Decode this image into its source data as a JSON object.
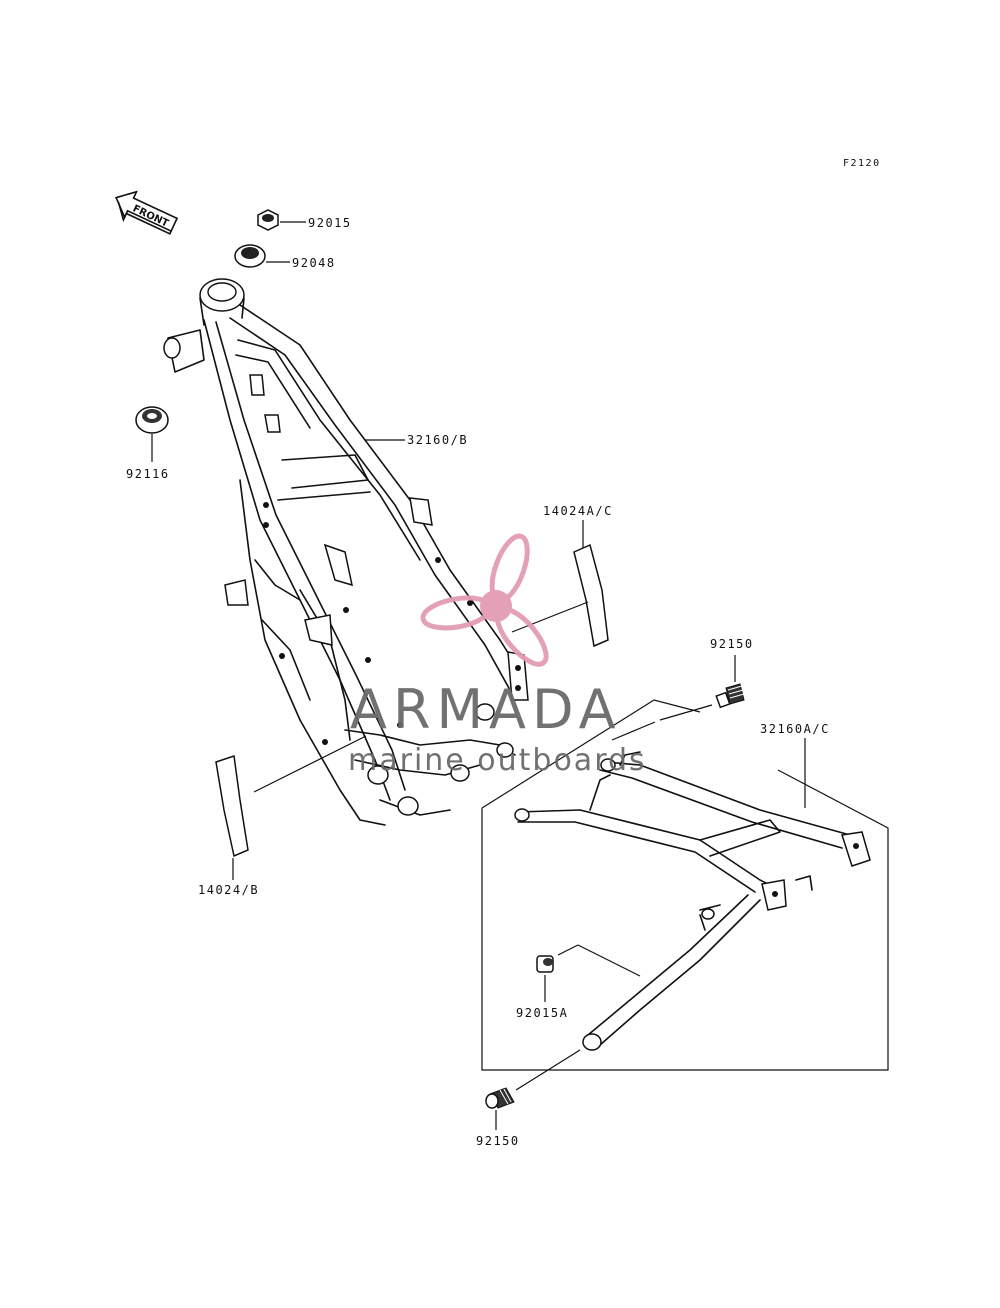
{
  "figure_code": "F2120",
  "front_arrow": {
    "text": "FRONT",
    "icon": "front-arrow-icon"
  },
  "parts": [
    {
      "id": "p92015",
      "number": "92015"
    },
    {
      "id": "p92048",
      "number": "92048"
    },
    {
      "id": "p92116",
      "number": "92116"
    },
    {
      "id": "p32160B",
      "number": "32160/B"
    },
    {
      "id": "p14024AC",
      "number": "14024A/C"
    },
    {
      "id": "p14024B",
      "number": "14024/B"
    },
    {
      "id": "p92150top",
      "number": "92150"
    },
    {
      "id": "p32160AC",
      "number": "32160A/C"
    },
    {
      "id": "p92015A",
      "number": "92015A"
    },
    {
      "id": "p92150bot",
      "number": "92150"
    }
  ],
  "watermark": {
    "brand": "ARMADA",
    "tagline": "marine outboards",
    "logo": "propeller-logo-icon",
    "colors": {
      "logo": "#e39bb4",
      "text": "#6a6a6a"
    }
  }
}
